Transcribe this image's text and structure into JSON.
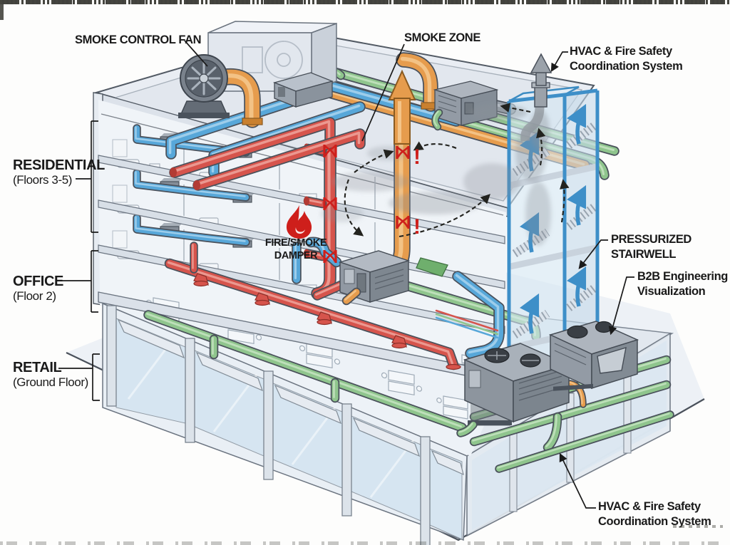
{
  "title": "HVAC & fire safety coordination building cutaway diagram",
  "labels": {
    "smoke_control_fan": "SMOKE CONTROL FAN",
    "smoke_zone": "SMOKE ZONE",
    "hvac_top_1": "HVAC & Fire Safety",
    "hvac_top_2": "Coordination System",
    "fire_smoke_damper_1": "FIRE/SMOKE",
    "fire_smoke_damper_2": "DAMPER",
    "pressurized_1": "PRESSURIZED",
    "pressurized_2": "STAIRWELL",
    "b2b_1": "B2B Engineering",
    "b2b_2": "Visualization",
    "hvac_bottom_1": "HVAC & Fire Safety",
    "hvac_bottom_2": "Coordination System",
    "alert_mark": "!"
  },
  "floors": [
    {
      "name": "RESIDENTIAL",
      "detail": "(Floors 3-5)"
    },
    {
      "name": "OFFICE",
      "detail": "(Floor 2)"
    },
    {
      "name": "RETAIL",
      "detail": "(Ground Floor)"
    }
  ],
  "colors": {
    "duct_supply_blue": "#57A7D9",
    "duct_exhaust_red": "#D6544C",
    "duct_fresh_green": "#8FC58D",
    "duct_smoke_orange": "#E69C4D",
    "alert_red": "#CE1F1B",
    "smoke_gray": "#8A9098",
    "stairwell_blue": "#3E8FC8",
    "structure_line": "#4A515B",
    "building_fill": "#E9EDF3",
    "glass_blue": "#D6E6F3",
    "equipment_gray": "#9AA2AB",
    "label_text": "#1A1A1A"
  }
}
